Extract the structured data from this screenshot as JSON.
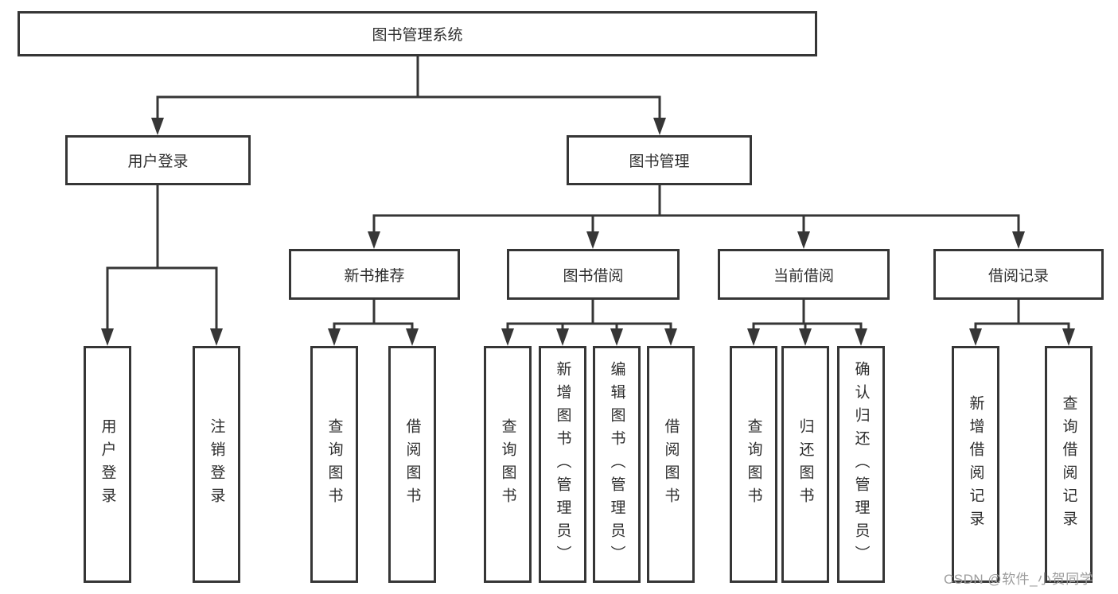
{
  "tree": {
    "label": "图书管理系统",
    "children": [
      {
        "label": "用户登录",
        "children": [
          {
            "label": "用户登录"
          },
          {
            "label": "注销登录"
          }
        ]
      },
      {
        "label": "图书管理",
        "children": [
          {
            "label": "新书推荐",
            "children": [
              {
                "label": "查询图书"
              },
              {
                "label": "借阅图书"
              }
            ]
          },
          {
            "label": "图书借阅",
            "children": [
              {
                "label": "查询图书"
              },
              {
                "label": "新增图书（管理员）"
              },
              {
                "label": "编辑图书（管理员）"
              },
              {
                "label": "借阅图书"
              }
            ]
          },
          {
            "label": "当前借阅",
            "children": [
              {
                "label": "查询图书"
              },
              {
                "label": "归还图书"
              },
              {
                "label": "确认归还（管理员）"
              }
            ]
          },
          {
            "label": "借阅记录",
            "children": [
              {
                "label": "新增借阅记录"
              },
              {
                "label": "查询借阅记录"
              }
            ]
          }
        ]
      }
    ]
  },
  "watermark": "CSDN @软件_小贺同学",
  "colors": {
    "line": "#363636",
    "box_border": "#363636",
    "box_background": "#ffffff",
    "text": "#2d2d2d",
    "watermark": "#9d9d9d",
    "page_background": "#ffffff"
  }
}
